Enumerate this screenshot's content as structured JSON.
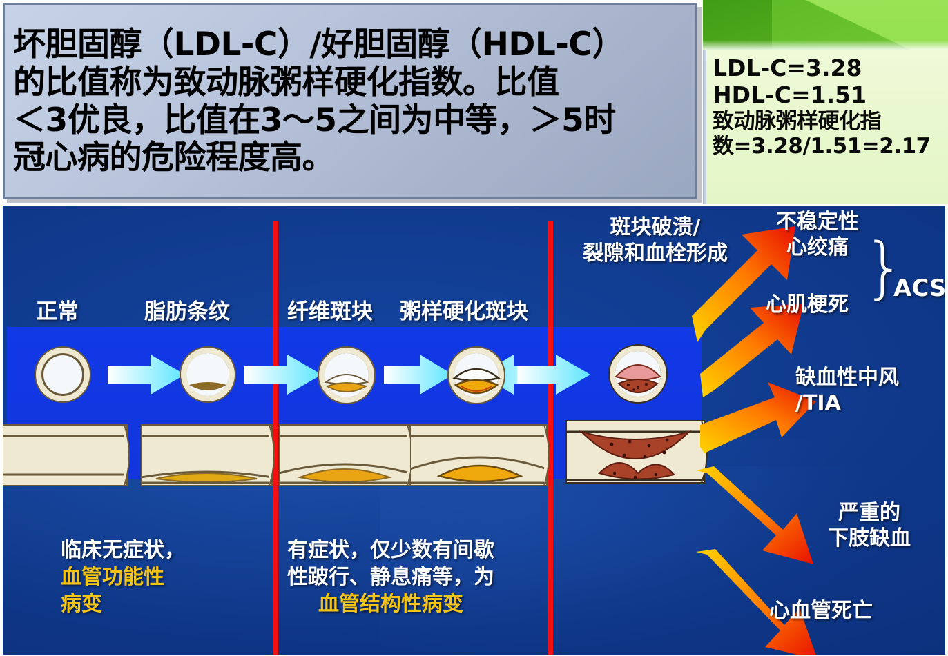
{
  "statement": {
    "text": "坏胆固醇（LDL-C）/好胆固醇（HDL-C）\n的比值称为致动脉粥样硬化指数。比值\n＜3优良，比值在3～5之间为中等，＞5时\n冠心病的危险程度高。"
  },
  "lab_panel": {
    "ldl": "LDL-C=3.28",
    "hdl": "HDL-C=1.51",
    "index_line1": "致动脉粥样硬化指",
    "index_line2": "数=3.28/1.51=2.17"
  },
  "diagram": {
    "rupture_caption": "斑块破溃/\n裂隙和血栓形成",
    "stages": [
      {
        "label": "正常"
      },
      {
        "label": "脂肪条纹"
      },
      {
        "label": "纤维斑块"
      },
      {
        "label": "粥样硬化斑块"
      }
    ],
    "descriptions": [
      {
        "white": "临床无症状，",
        "yellow_line1": "血管功能性",
        "yellow_line2": "病变"
      },
      {
        "white_line1": "有症状，仅少数有间歇",
        "white_line2": "性跛行、静息痛等，为",
        "yellow": "血管结构性病变"
      }
    ],
    "outcomes": [
      {
        "text": "不稳定性\n心绞痛"
      },
      {
        "text": "心肌梗死"
      },
      {
        "text": "缺血性中风\n/TIA"
      },
      {
        "text": "严重的\n下肢缺血"
      },
      {
        "text": "心血管死亡"
      }
    ],
    "acs": "ACS"
  },
  "colors": {
    "diagram_blue": "#0e3585",
    "band_blue": "#1139e6",
    "divider_red": "#f40f10",
    "yellow_text": "#f2c417",
    "green_header": "#6fc633",
    "green_body": "#e9f8cf",
    "arrow_tail": "#ffd400",
    "arrow_head": "#e81000"
  }
}
